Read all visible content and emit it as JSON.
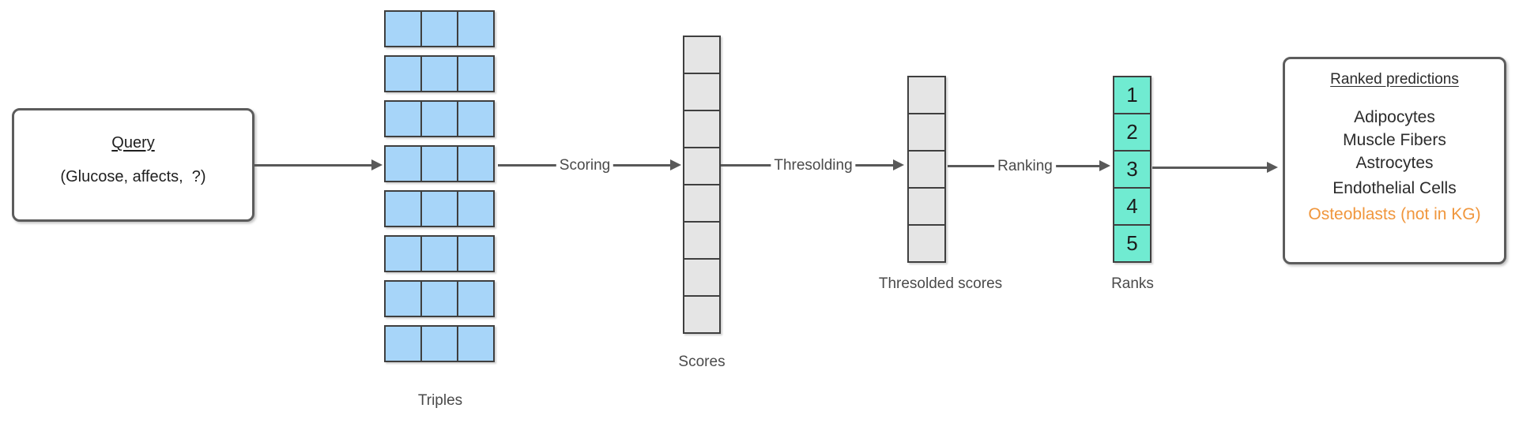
{
  "colors": {
    "triple_fill": "#A7D5F9",
    "score_fill": "#E5E5E5",
    "rank_fill": "#70EBD1",
    "cell_border": "#3F3F3F",
    "box_border": "#5C5C5C",
    "arrow": "#595959",
    "highlight_text": "#F0963C"
  },
  "query_box": {
    "title": "Query",
    "body": "(Glucose, affects,  ?)"
  },
  "pipeline": {
    "triples": {
      "label": "Triples",
      "row_count": 8,
      "cells_per_row": 3
    },
    "scores": {
      "label": "Scores",
      "cell_count": 8
    },
    "thresolded": {
      "label": "Thresolded scores",
      "cell_count": 5
    },
    "ranks": {
      "label": "Ranks",
      "values": [
        "1",
        "2",
        "3",
        "4",
        "5"
      ]
    }
  },
  "arrow_labels": {
    "scoring": "Scoring",
    "thresolding": "Thresolding",
    "ranking": "Ranking"
  },
  "predictions_box": {
    "title": "Ranked predictions",
    "items": [
      {
        "label": "Adipocytes",
        "in_kg": true
      },
      {
        "label": "Muscle Fibers",
        "in_kg": true
      },
      {
        "label": "Astrocytes",
        "in_kg": true
      },
      {
        "label": "Endothelial Cells",
        "in_kg": true
      },
      {
        "label": "Osteoblasts (not in KG)",
        "in_kg": false
      }
    ]
  }
}
